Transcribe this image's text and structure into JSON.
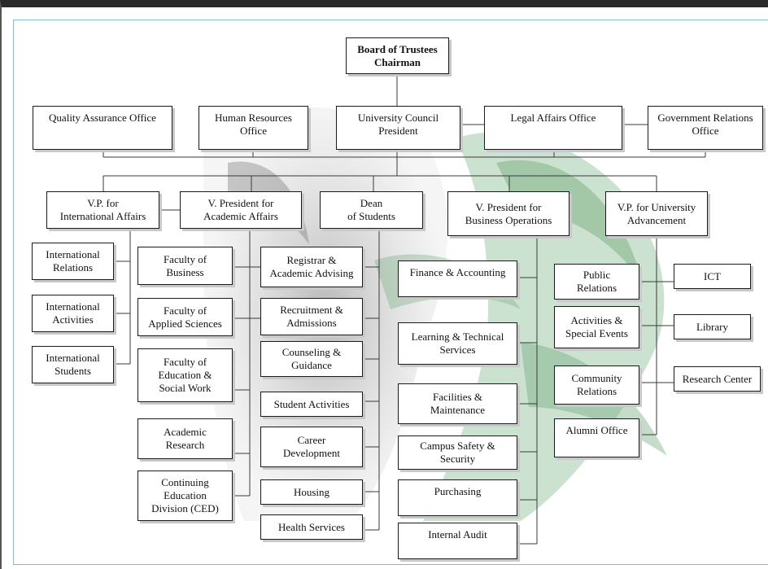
{
  "chart_nodes": {
    "board": "Board of Trustees\nChairman",
    "qao": "Quality Assurance Office",
    "hr": "Human Resources\nOffice",
    "council": "University Council\nPresident",
    "legal": "Legal Affairs Office",
    "gov": "Government Relations\nOffice",
    "vp_intl": "V.P. for\nInternational  Affairs",
    "vp_acad": "V. President for\nAcademic Affairs",
    "dean": "Dean\nof Students",
    "vp_bus": "V. President for\nBusiness Operations",
    "vp_adv": "V.P. for University\nAdvancement",
    "intl_rel": "International\nRelations",
    "intl_act": "International\nActivities",
    "intl_stu": "International\nStudents",
    "fac_bus": "Faculty of\nBusiness",
    "fac_app": "Faculty of\nApplied Sciences",
    "fac_edu": "Faculty of\nEducation &\nSocial Work",
    "acad_res": "Academic\nResearch",
    "ced": "Continuing\nEducation\nDivision (CED)",
    "registrar": "Registrar &\nAcademic Advising",
    "recruit": "Recruitment &\nAdmissions",
    "counsel": "Counseling &\nGuidance",
    "stu_act": "Student Activities",
    "career": "Career\nDevelopment",
    "housing": "Housing",
    "health": "Health Services",
    "finance": "Finance & Accounting",
    "learning": "Learning & Technical\nServices",
    "facilities": "Facilities &\nMaintenance",
    "safety": "Campus Safety &\nSecurity",
    "purchasing": "Purchasing",
    "audit": "Internal Audit",
    "pr": "Public\nRelations",
    "events": "Activities &\nSpecial Events",
    "community": "Community\nRelations",
    "alumni": "Alumni Office",
    "ict": "ICT",
    "library": "Library",
    "research": "Research Center"
  },
  "colors": {
    "box_border": "#1a1a1a",
    "box_shadow": "#c8c8c8",
    "line": "#3a3a3a",
    "frame": "#2a2a2a",
    "panel_border": "#8fb7cc",
    "watermark_dark": "#9a9a9a",
    "watermark_green": "#8fbf96"
  }
}
